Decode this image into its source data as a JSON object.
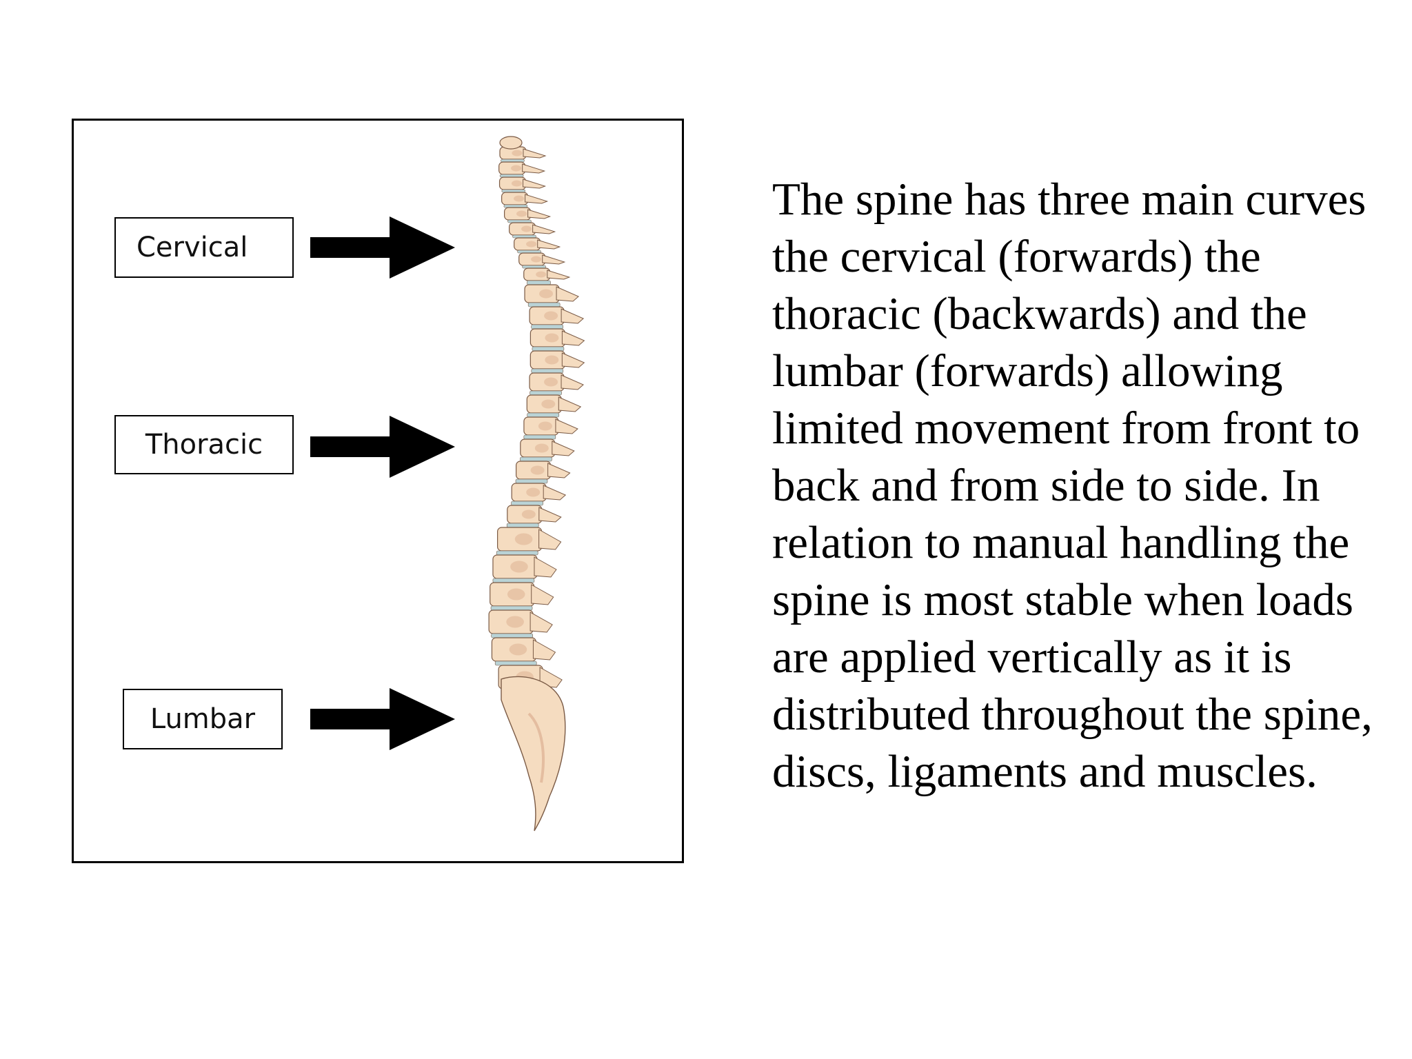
{
  "diagram": {
    "labels": {
      "cervical": "Cervical",
      "thoracic": "Thoracic",
      "lumbar": "Lumbar"
    },
    "colors": {
      "bone": "#f5dcc0",
      "bone_shadow": "#d9a98a",
      "disc": "#b9d3d6",
      "outline": "#7a5a45",
      "arrow": "#000000"
    }
  },
  "text": {
    "lines": [
      "The spine has three main curves",
      "the cervical (forwards) the",
      "thoracic (backwards) and the",
      "lumbar (forwards) allowing",
      "limited movement from front to",
      "back and from side to side. In",
      "relation to manual handling the",
      "spine is most stable when loads",
      "are applied vertically as it is",
      "distributed throughout the spine,",
      "discs, ligaments and muscles."
    ]
  }
}
